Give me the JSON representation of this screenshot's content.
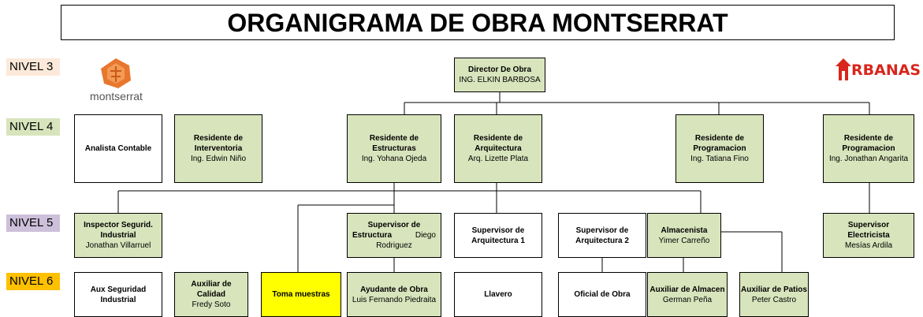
{
  "title": "ORGANIGRAMA DE OBRA MONTSERRAT",
  "levels": {
    "n3": "NIVEL 3",
    "n4": "NIVEL 4",
    "n5": "NIVEL 5",
    "n6": "NIVEL 6"
  },
  "level_colors": {
    "n3": "#fde9d9",
    "n4": "#d8e4bc",
    "n5": "#ccc0da",
    "n6": "#ffc000"
  },
  "logos": {
    "montserrat": "montserrat",
    "urbanas": "RBANAS"
  },
  "nodes": {
    "director": {
      "title": "Director De Obra",
      "name": "ING. ELKIN BARBOSA"
    },
    "analista": {
      "title": "Analista Contable",
      "name": ""
    },
    "res_interv": {
      "title": "Residente de\nInterventoria",
      "name": "Ing. Edwin Niño"
    },
    "res_estr": {
      "title": "Residente de\nEstructuras",
      "name": "Ing. Yohana Ojeda"
    },
    "res_arq": {
      "title": "Residente de\nArquitectura",
      "name": "Arq. Lizette Plata"
    },
    "res_prog1": {
      "title": "Residente de\nProgramacion",
      "name": "Ing. Tatiana Fino"
    },
    "res_prog2": {
      "title": "Residente de\nProgramacion",
      "name": "Ing. Jonathan Angarita"
    },
    "insp": {
      "title": "Inspector Segurid.\nIndustrial",
      "name": "Jonathan Villarruel"
    },
    "sup_estr": {
      "title": "Supervisor de",
      "title2": "Estructura",
      "name_a": "Diego",
      "name_b": "Rodriguez"
    },
    "sup_arq1": {
      "title": "Supervisor de\nArquitectura 1",
      "name": ""
    },
    "sup_arq2": {
      "title": "Supervisor de\nArquitectura 2",
      "name": ""
    },
    "almacenista": {
      "title": "Almacenista",
      "name": "Yimer Carreño"
    },
    "sup_elec": {
      "title": "Supervisor\nElectricista",
      "name": "Mesías Ardila"
    },
    "aux_seg": {
      "title": "Aux Seguridad\nIndustrial",
      "name": ""
    },
    "aux_cal": {
      "title": "Auxiliar de\nCalidad",
      "name": "Fredy Soto"
    },
    "toma": {
      "title": "Toma muestras",
      "name": ""
    },
    "ayudante": {
      "title": "Ayudante de Obra",
      "name": "Luis Fernando Piedraita"
    },
    "llavero": {
      "title": "Llavero",
      "name": ""
    },
    "oficial": {
      "title": "Oficial de Obra",
      "name": ""
    },
    "aux_alm": {
      "title": "Auxiliar de Almacen",
      "name": "German Peña"
    },
    "aux_pat": {
      "title": "Auxiliar de Patios",
      "name": "Peter  Castro"
    }
  }
}
